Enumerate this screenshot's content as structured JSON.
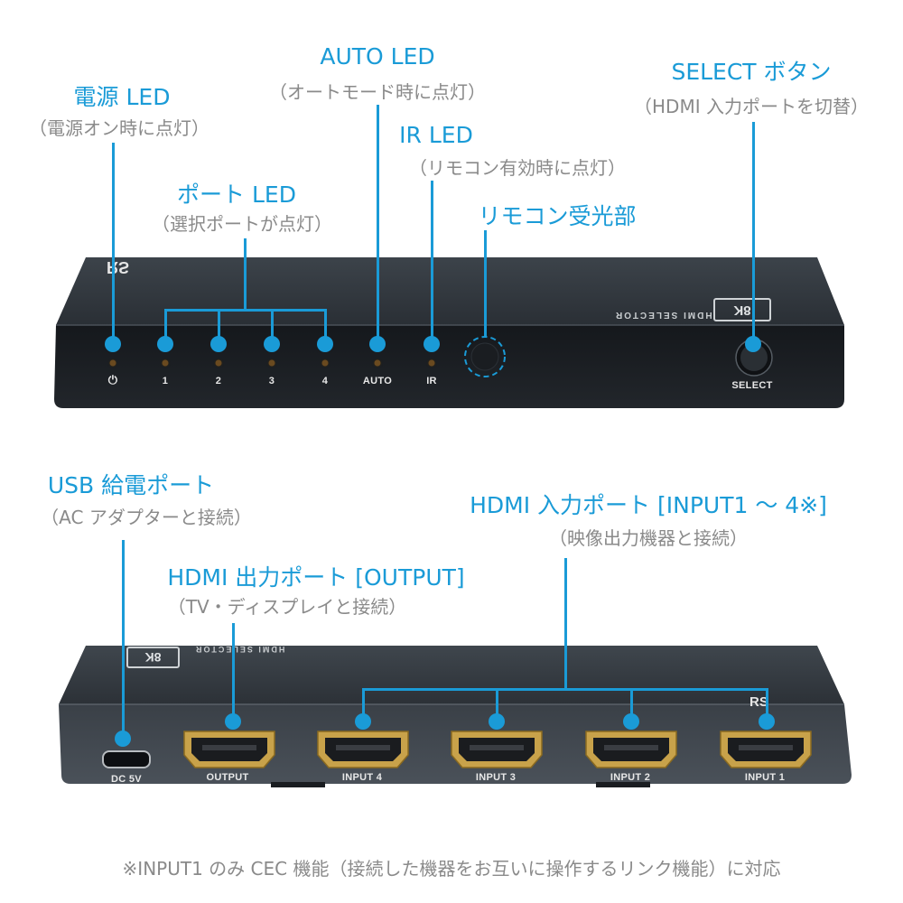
{
  "front_labels": {
    "power_led": {
      "title": "電源 LED",
      "sub": "（電源オン時に点灯）"
    },
    "auto_led": {
      "title": "AUTO LED",
      "sub": "（オートモード時に点灯）"
    },
    "select_button": {
      "title": "SELECT ボタン",
      "sub": "（HDMI 入力ポートを切替）"
    },
    "ir_led": {
      "title": "IR LED",
      "sub": "（リモコン有効時に点灯）"
    },
    "port_led": {
      "title": "ポート LED",
      "sub": "（選択ポートが点灯）"
    },
    "ir_receiver": {
      "title": "リモコン受光部"
    }
  },
  "front_panel": {
    "model_text": "HDMI SELECTOR",
    "badge": "8K",
    "led_labels": [
      "1",
      "2",
      "3",
      "4",
      "AUTO",
      "IR"
    ],
    "power_symbol": "⏻",
    "select_label": "SELECT"
  },
  "rear_labels": {
    "usb_power": {
      "title": "USB 給電ポート",
      "sub": "（AC アダプターと接続）"
    },
    "hdmi_input": {
      "title": "HDMI 入力ポート [INPUT1 ～ 4※]",
      "sub": "（映像出力機器と接続）"
    },
    "hdmi_output": {
      "title": "HDMI 出力ポート [OUTPUT]",
      "sub": "（TV・ディスプレイと接続）"
    }
  },
  "rear_panel": {
    "dc_label": "DC 5V",
    "ports": [
      "OUTPUT",
      "INPUT 4",
      "INPUT 3",
      "INPUT 2",
      "INPUT 1"
    ]
  },
  "footnote": "※INPUT1 のみ CEC 機能（接続した機器をお互いに操作するリンク機能）に対応",
  "colors": {
    "accent": "#1a9bd7",
    "subtext": "#8a8a8a",
    "device": "#2e343a"
  }
}
